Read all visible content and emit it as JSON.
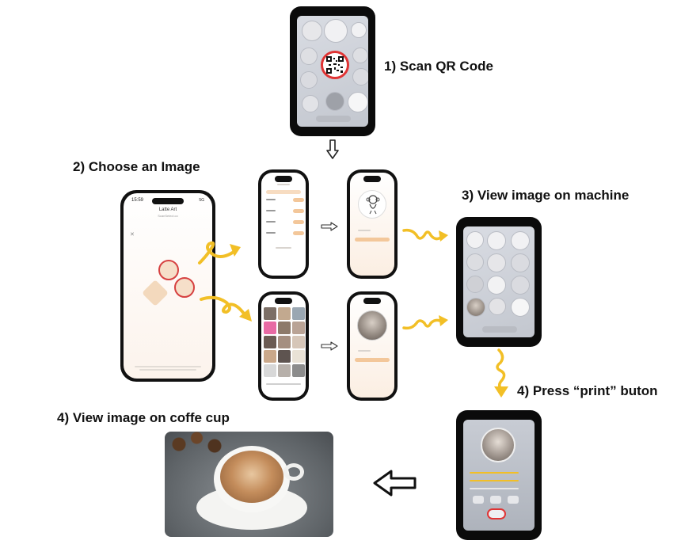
{
  "steps": {
    "step1": "1) Scan QR Code",
    "step2": "2) Choose an Image",
    "step3": "3) View image on machine",
    "step4a": "4) Press “print” buton",
    "step4b": "4) View image on coffe cup"
  },
  "app": {
    "title": "Latte Art",
    "subtitle": "ScanSelect.co",
    "time": "15:59",
    "network": "5G"
  },
  "colors": {
    "accent_yellow": "#f2bf26",
    "app_orange": "#f3c79a",
    "qr_ring_red": "#e03434",
    "device_black": "#0b0b0b"
  }
}
